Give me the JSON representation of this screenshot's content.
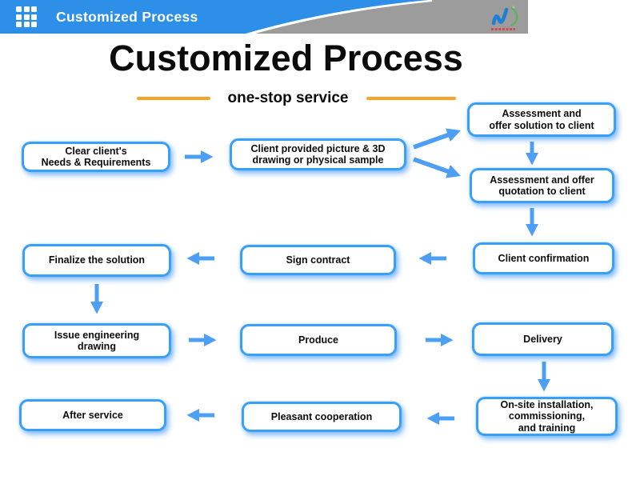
{
  "header": {
    "bar_title": "Customized Process",
    "icons": {
      "grid": "grid-icon",
      "logo": "company-logo"
    },
    "colors": {
      "bar_blue": "#2e8fe9",
      "bar_gray": "#9c9c9c"
    }
  },
  "title": {
    "text": "Customized Process",
    "subtitle": "one-stop service",
    "accent_line_color": "#f9a426"
  },
  "colors": {
    "box_border": "#38a0f8",
    "arrow": "#4d9ef5",
    "box_fill": "#ffffff",
    "text": "#0d0d0d"
  },
  "flow": {
    "steps": [
      {
        "id": "clear-needs",
        "label": "Clear client's\nNeeds & Requirements"
      },
      {
        "id": "client-picture",
        "label": "Client provided picture & 3D\ndrawing or physical sample"
      },
      {
        "id": "assessment-solution",
        "label": "Assessment and\noffer solution to client"
      },
      {
        "id": "assessment-quotation",
        "label": "Assessment and offer\nquotation to client"
      },
      {
        "id": "client-confirmation",
        "label": "Client confirmation"
      },
      {
        "id": "sign-contract",
        "label": "Sign contract"
      },
      {
        "id": "finalize-solution",
        "label": "Finalize the solution"
      },
      {
        "id": "issue-drawing",
        "label": "Issue engineering\ndrawing"
      },
      {
        "id": "produce",
        "label": "Produce"
      },
      {
        "id": "delivery",
        "label": "Delivery"
      },
      {
        "id": "onsite-installation",
        "label": "On-site installation,\ncommissioning,\nand training"
      },
      {
        "id": "pleasant-cooperation",
        "label": "Pleasant cooperation"
      },
      {
        "id": "after-service",
        "label": "After service"
      }
    ],
    "connections": [
      {
        "from": "clear-needs",
        "to": "client-picture"
      },
      {
        "from": "client-picture",
        "to": "assessment-solution"
      },
      {
        "from": "client-picture",
        "to": "assessment-quotation"
      },
      {
        "from": "assessment-solution",
        "to": "assessment-quotation"
      },
      {
        "from": "assessment-quotation",
        "to": "client-confirmation"
      },
      {
        "from": "client-confirmation",
        "to": "sign-contract"
      },
      {
        "from": "sign-contract",
        "to": "finalize-solution"
      },
      {
        "from": "finalize-solution",
        "to": "issue-drawing"
      },
      {
        "from": "issue-drawing",
        "to": "produce"
      },
      {
        "from": "produce",
        "to": "delivery"
      },
      {
        "from": "delivery",
        "to": "onsite-installation"
      },
      {
        "from": "onsite-installation",
        "to": "pleasant-cooperation"
      },
      {
        "from": "pleasant-cooperation",
        "to": "after-service"
      }
    ]
  }
}
